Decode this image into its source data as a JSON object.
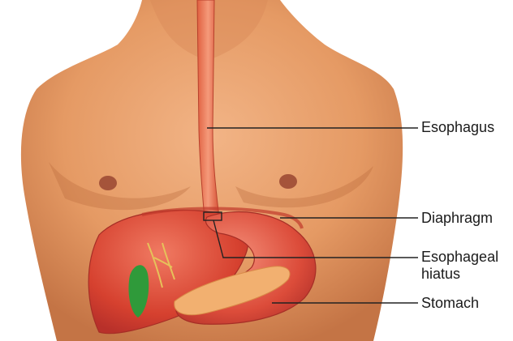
{
  "labels": {
    "esophagus": "Esophagus",
    "diaphragm": "Diaphragm",
    "esophageal_hiatus_line1": "Esophageal",
    "esophageal_hiatus_line2": "hiatus",
    "stomach": "Stomach"
  },
  "colors": {
    "skin": "#e8a06a",
    "skin_shadow": "#c97848",
    "organ_red": "#d8473a",
    "organ_highlight": "#f08a70",
    "pancreas": "#f2b070",
    "gallbladder": "#2f9a3a",
    "leader_line": "#222222"
  }
}
